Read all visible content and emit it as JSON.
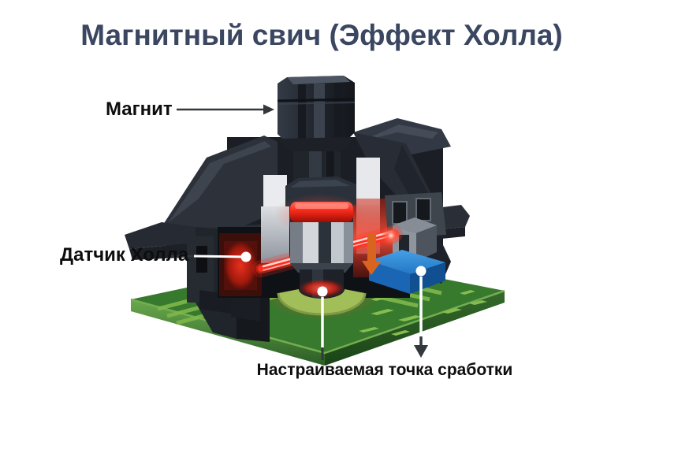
{
  "title": "Магнитный свич (Эффект Холла)",
  "annotations": {
    "magnet": {
      "label": "Магнит",
      "connector_icon": "arrow-right-icon"
    },
    "hall_sensor": {
      "label": "Датчик Холла",
      "connector_icon": "leader-dot-icon"
    },
    "actuation_point": {
      "label": "Настраиваемая точка сработки",
      "connector_icons": [
        "leader-dot-icon",
        "arrow-down-icon"
      ]
    }
  },
  "illustration": {
    "name": "hall-effect-keyboard-switch-cutaway",
    "parts": {
      "housing": "switch-housing",
      "stem": "magnet-stem",
      "beam": "hall-sensor-beam",
      "ring": "stem-base-ring",
      "pcb": "pcb-board",
      "module": "sensor-module",
      "spring_left": "spring-column-left",
      "spring_right": "spring-column-right"
    }
  },
  "colors": {
    "background": "#ffffff",
    "title": "#3b4760",
    "labels": "#0d0d0d",
    "connector_dark": "#33383d",
    "connector_light": "#ffffff",
    "beam_red": "#ff2d1e",
    "glow_red": "#e02113",
    "pcb_green": "#37792d",
    "trace_green": "#7eb84a",
    "ring_green": "#a2be59",
    "module_blue": "#1a66b4",
    "arrow_orange": "#d9641f",
    "housing_dark": "#262b33",
    "silver": "#c6cbd2"
  }
}
